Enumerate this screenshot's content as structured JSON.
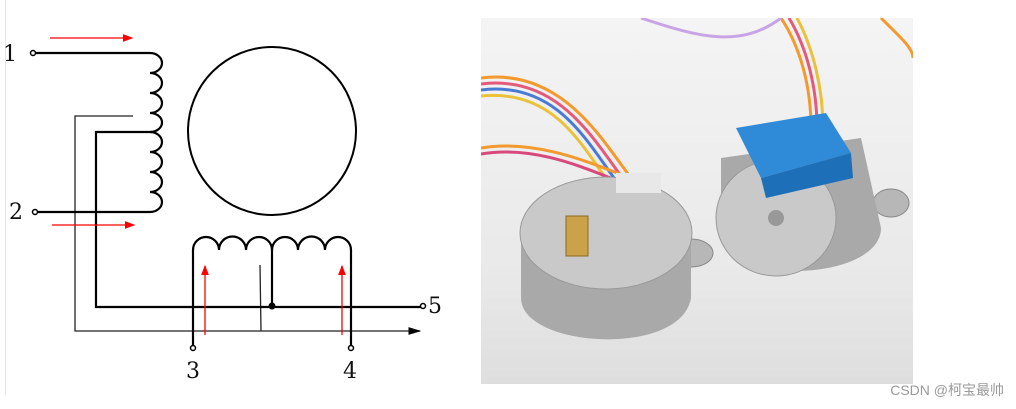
{
  "diagram": {
    "terminals": [
      "1",
      "2",
      "3",
      "4",
      "5"
    ],
    "colors": {
      "wire": "#000000",
      "current_arrow": "#ff0000"
    }
  },
  "photo": {
    "subject": "stepper-motor-photo"
  },
  "watermark": "CSDN @柯宝最帅"
}
